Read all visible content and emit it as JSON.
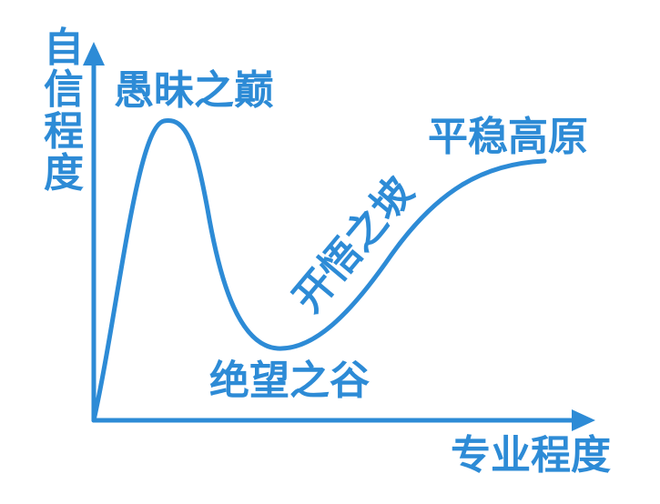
{
  "colors": {
    "primary": "#2d8bd6",
    "background": "#ffffff"
  },
  "axes": {
    "y_label": "自信程度",
    "y_chars": [
      "自",
      "信",
      "程",
      "度"
    ],
    "x_label": "专业程度"
  },
  "stages": {
    "peak": "愚昧之巅",
    "valley": "绝望之谷",
    "slope": "开悟之坡",
    "plateau": "平稳高原"
  }
}
